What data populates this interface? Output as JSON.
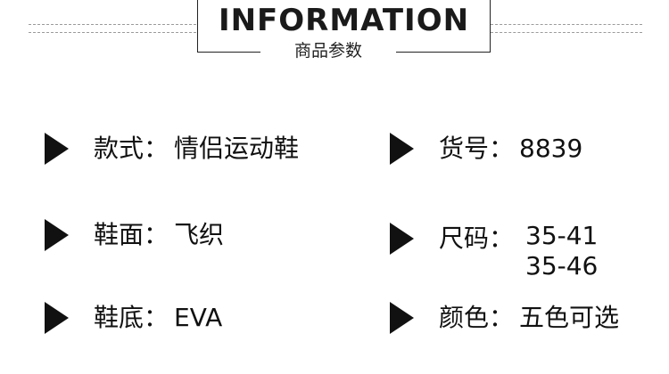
{
  "header": {
    "title": "INFORMATION",
    "subtitle": "商品参数"
  },
  "fields": {
    "style": {
      "label": "款式：",
      "value": "情侣运动鞋"
    },
    "item_no": {
      "label": "货号：",
      "value": "8839"
    },
    "upper": {
      "label": "鞋面：",
      "value": "飞织"
    },
    "size": {
      "label": "尺码：",
      "values": [
        "35-41",
        "35-46"
      ]
    },
    "sole": {
      "label": "鞋底：",
      "value": "EVA"
    },
    "color": {
      "label": "颜色：",
      "value": "五色可选"
    }
  },
  "icons": {
    "bullet": "triangle-right-icon"
  },
  "colors": {
    "text": "#111111",
    "dash": "#9a9a9a"
  }
}
